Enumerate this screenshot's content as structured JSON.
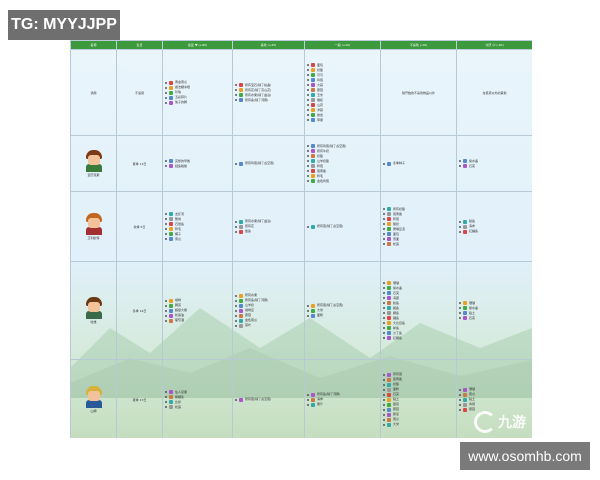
{
  "watermarks": {
    "tg": "TG: MYYJJPP",
    "url": "www.osomhb.com"
  },
  "logo": {
    "text": "九游"
  },
  "table": {
    "headers": [
      "名称",
      "生日",
      "最爱 ♥ (+80)",
      "喜欢 (+45)",
      "一般 (+20)",
      "不喜欢 (-20)",
      "讨厌 ☹ (-40)"
    ],
    "header_color": "#3c9a3c",
    "rows": [
      {
        "name": "通用",
        "birthday": "不适用",
        "portrait": null,
        "loves": [
          "黄金南瓜",
          "魔法糖冰棍",
          "珍珠",
          "五彩碎片",
          "兔子的脚"
        ],
        "likes": [
          "所有宝石(除了棱晶)",
          "所有花(除了高山花)",
          "所有水果(除了盐渍)",
          "所有鱼(除了河豚)"
        ],
        "neutral": [
          "面包",
          "奶酪",
          "可可",
          "鸡蛋",
          "大蒜",
          "蘑菇",
          "玉米",
          "橄榄",
          "山药",
          "洋蓟",
          "蜂蜜",
          "苹果"
        ],
        "dislikes": "除开始的不喜欢物品以外",
        "hates": "垃圾项以外的其他"
      },
      {
        "name": "亚历克斯",
        "birthday": "夏季 13日",
        "portrait": {
          "hair": "#7a3a1a",
          "shirt": "#3a7a3a"
        },
        "loves": [
          "完整的早餐",
          "鲑鱼晚餐"
        ],
        "likes": [
          "所有鸡蛋(除了虚空蛋)"
        ],
        "neutral": [
          "所有鸡蛋(除了虚空蛋)",
          "所有牛奶",
          "奶酪",
          "山羊奶酪",
          "鸭蛋",
          "蛋黄酱",
          "鸭毛",
          "金色鸡蛋"
        ],
        "dislikes": [
          "冬季种子"
        ],
        "hates": [
          "紫水晶",
          "石英"
        ]
      },
      {
        "name": "艾利欧特",
        "birthday": "秋季 5日",
        "portrait": {
          "hair": "#c0661f",
          "shirt": "#a33030"
        },
        "loves": [
          "龙虾汤",
          "蟹饼",
          "石斑鱼",
          "鸭毛",
          "椰子",
          "南瓜"
        ],
        "likes": [
          "所有水果(除了盐渍)",
          "所有花",
          "章鱼"
        ],
        "neutral": [
          "所有蛋(除了虚空蛋)"
        ],
        "dislikes": [
          "所有奶酪",
          "蛋黄酱",
          "鸭蛋",
          "酸奶",
          "鹰嘴豆泥",
          "面包",
          "意面",
          "松露"
        ],
        "hates": [
          "鱿鱼",
          "海参",
          "红鲻鱼"
        ]
      },
      {
        "name": "哈维",
        "birthday": "冬季 14日",
        "portrait": {
          "hair": "#6a3a14",
          "shirt": "#3a6a4a"
        },
        "loves": [
          "咖啡",
          "腌菜",
          "超级大餐",
          "松露油",
          "葡萄酒"
        ],
        "likes": [
          "所有水果",
          "所有鱼(除了河豚)",
          "山羊奶",
          "咖啡豆",
          "蘑菇",
          "金色南瓜",
          "茶叶"
        ],
        "neutral": [
          "所有蛋(除了虚空蛋)",
          "大米",
          "面粉"
        ],
        "dislikes": [
          "珊瑚",
          "紫水晶",
          "石英",
          "海胆",
          "鲶鱼",
          "鳗鱼",
          "鲷鱼",
          "鲤鱼",
          "大比目鱼",
          "鲈鱼",
          "沙丁鱼",
          "红鲷鱼"
        ],
        "hates": [
          "珊瑚",
          "紫水晶",
          "粘土",
          "石英"
        ]
      },
      {
        "name": "山姆",
        "birthday": "夏季 17日",
        "portrait": {
          "hair": "#d8b13a",
          "shirt": "#2a5a9a"
        },
        "loves": [
          "仙人掌果",
          "枫糖浆",
          "比萨",
          "松露"
        ],
        "likes": [
          "所有蛋(除了虚空蛋)"
        ],
        "neutral": [
          "所有鱼(除了河豚)",
          "海参",
          "果汁"
        ],
        "dislikes": [
          "所有蛋",
          "蛋黄酱",
          "奶酪",
          "面粉",
          "石英",
          "粘土",
          "甜菜",
          "蘑菇",
          "鹅掌",
          "南瓜",
          "大米"
        ],
        "hates": [
          "珊瑚",
          "南瓜",
          "粘土",
          "青铜",
          "蘑菇"
        ]
      }
    ]
  },
  "colors": {
    "icon_palette": [
      "#d44",
      "#e8a020",
      "#4a4",
      "#58c",
      "#a5c",
      "#c74",
      "#3aa",
      "#999"
    ]
  }
}
